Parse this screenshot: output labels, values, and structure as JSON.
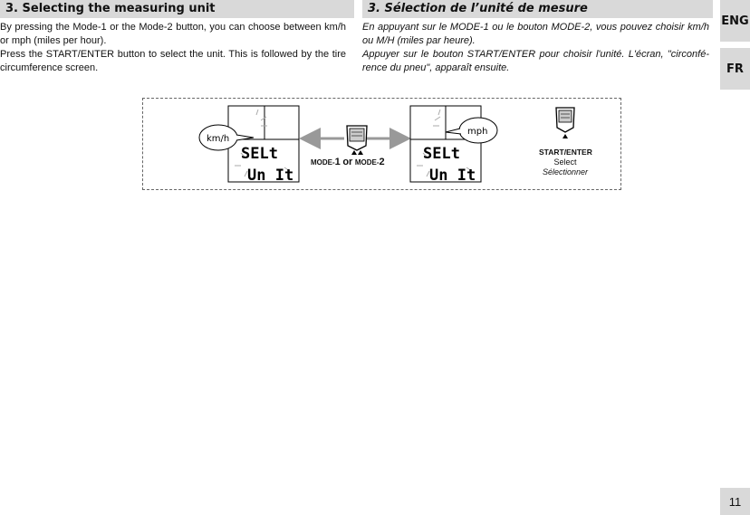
{
  "english": {
    "heading": "3. Selecting the measuring unit",
    "paragraph1": "By pressing the Mode-1 or the Mode-2 button, you can choose between km/h or mph (miles per hour).",
    "paragraph2": "Press the START/ENTER button to select the unit. This is followed by the tire circumference screen."
  },
  "french": {
    "heading": "3. Sélection de l’unité de mesure",
    "paragraph1": "En appuyant sur le MODE-1 ou le bouton MODE-2, vous pouvez choisir km/h ou M/H (miles par heure).",
    "paragraph2": "Appuyer sur le bouton START/ENTER pour choisir l'unité. L'écran, \"circonfé-rence du pneu\", apparaît ensuite."
  },
  "language_tabs": {
    "eng": "ENG",
    "fr": "FR"
  },
  "page_number": "11",
  "diagram": {
    "left_display": {
      "bubble": "km/h",
      "line1": "SELt",
      "line2": "Un It"
    },
    "right_display": {
      "bubble": "mph",
      "line1": "SELt",
      "line2": "Un It"
    },
    "mode_label_part1": "MODE-",
    "mode_label_num1": "1",
    "mode_label_or": "or",
    "mode_label_part2": "MODE-",
    "mode_label_num2": "2",
    "start_enter_label": "START/ENTER",
    "select_en": "Select",
    "select_fr": "Sélectionner"
  }
}
